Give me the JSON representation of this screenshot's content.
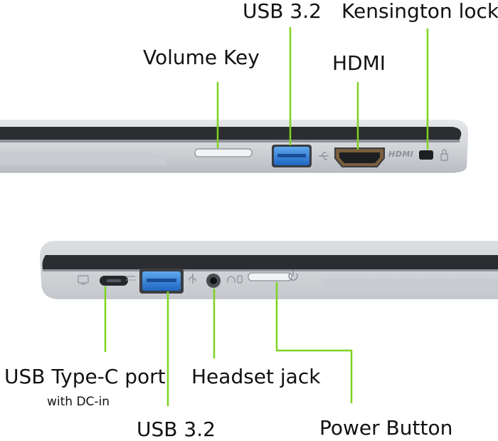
{
  "top_panel": {
    "labels": {
      "volume_key": "Volume Key",
      "usb_top": "USB 3.2",
      "kensington": "Kensington lock",
      "hdmi": "HDMI"
    },
    "chassis_marks": {
      "hdmi_logo": "HDMI"
    }
  },
  "bottom_panel": {
    "labels": {
      "usb_c": "USB Type-C port",
      "usb_c_sub": "with DC-in",
      "usb_bottom": "USB 3.2",
      "headset": "Headset jack",
      "power": "Power Button"
    }
  },
  "colors": {
    "callout_line": "#7ed321",
    "usb_blue": "#2f7fd6",
    "chassis": "#cfd2d6",
    "chassis_dark": "#2b2d31"
  },
  "icons": {
    "usb": "usb-icon",
    "hdmi": "hdmi-port-icon",
    "lock": "lock-icon",
    "power": "power-icon",
    "headset": "headset-icon",
    "display": "display-icon",
    "battery": "battery-icon"
  }
}
